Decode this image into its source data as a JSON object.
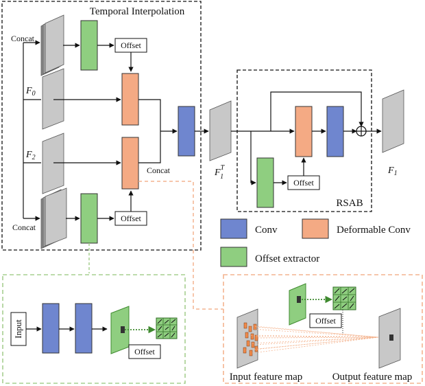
{
  "title": "Temporal Interpolation",
  "rsab_label": "RSAB",
  "labels": {
    "concat_top": "Concat",
    "concat_mid": "Concat",
    "concat_bottom": "Concat",
    "offset_top": "Offset",
    "offset_bottom": "Offset",
    "offset_rsab": "Offset",
    "offset_detail_left": "Offset",
    "offset_detail_right": "Offset",
    "input": "Input",
    "input_feature_map": "Input feature map",
    "output_feature_map": "Output feature map"
  },
  "math": {
    "f0": {
      "base": "F",
      "sub": "0",
      "sup": ""
    },
    "f2": {
      "base": "F",
      "sub": "2",
      "sup": ""
    },
    "f1t": {
      "base": "F",
      "sub": "1",
      "sup": "T"
    },
    "f1": {
      "base": "F",
      "sub": "1",
      "sup": ""
    }
  },
  "legend": [
    {
      "label": "Conv",
      "color": "#6f86cf"
    },
    {
      "label": "Deformable Conv",
      "color": "#f4aa84"
    },
    {
      "label": "Offset extractor",
      "color": "#8fce80"
    }
  ],
  "colors": {
    "conv": "#6f86cf",
    "deformable": "#f4aa84",
    "offset_extractor": "#8fce80",
    "feature": "#c8c8c8",
    "green_dashed": "#a6cf8f",
    "orange_dashed": "#f4b48f",
    "sampling_point": "#f08a4b"
  }
}
